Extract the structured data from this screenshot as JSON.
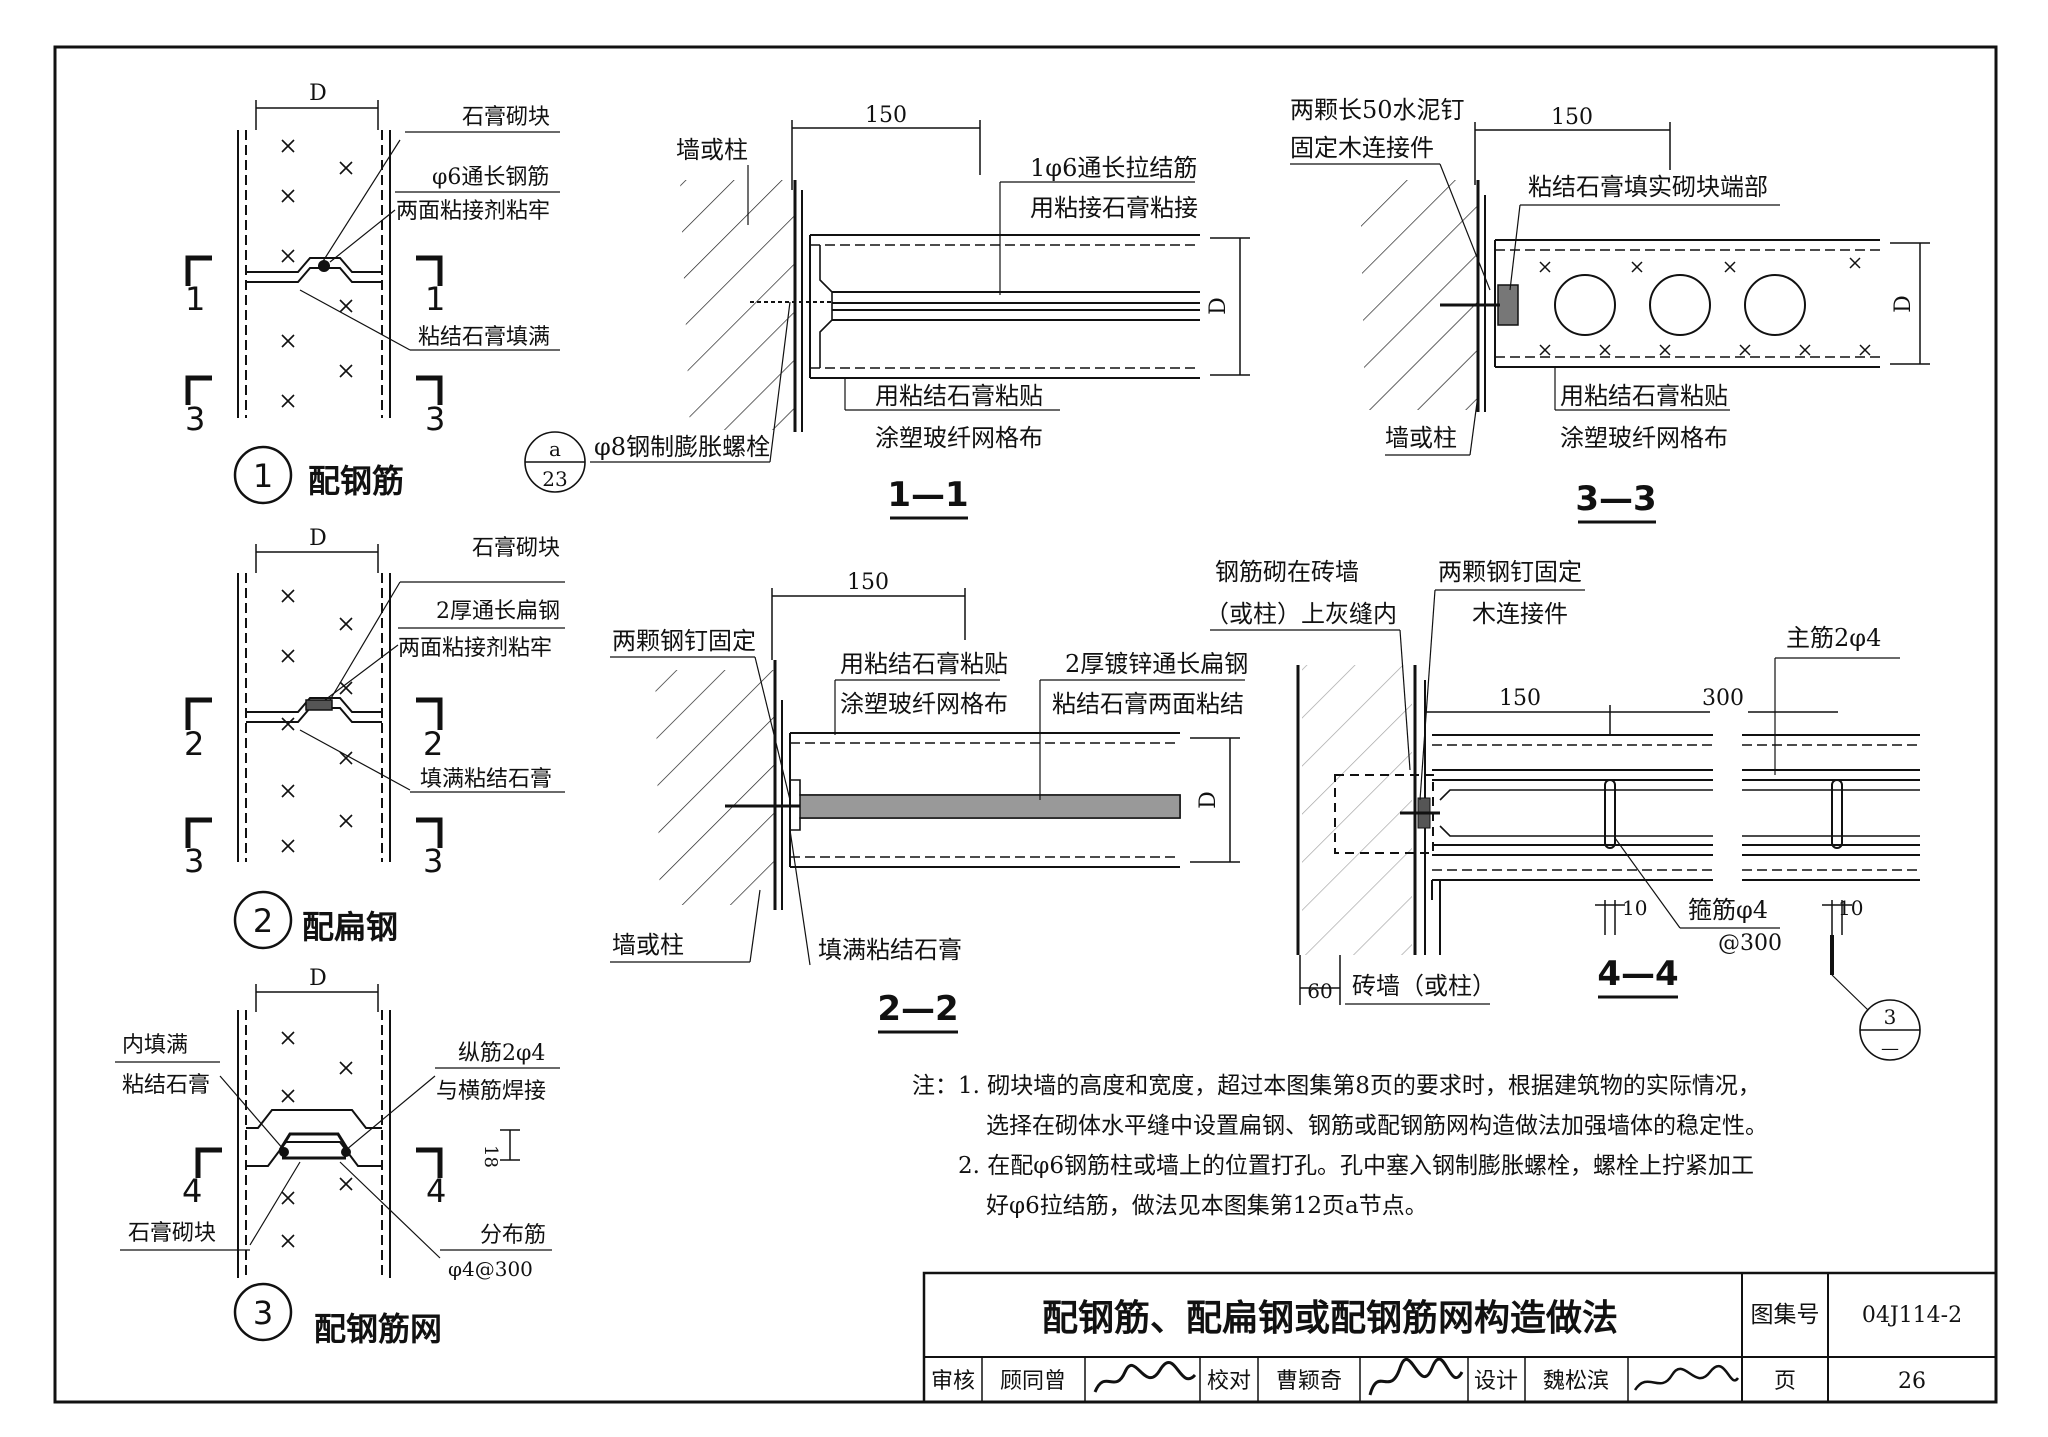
{
  "details": {
    "d1": {
      "dim_label": "D",
      "label_block": "石膏砌块",
      "label_rebar_1": "φ6通长钢筋",
      "label_rebar_2": "两面粘接剂粘牢",
      "label_fill": "粘结石膏填满",
      "sec_left_1": "1",
      "sec_right_1": "1",
      "sec_left_3": "3",
      "sec_right_3": "3",
      "circle_no": "1",
      "title": "配钢筋"
    },
    "d2": {
      "dim_label": "D",
      "label_block": "石膏砌块",
      "label_flat_1": "2厚通长扁钢",
      "label_flat_2": "两面粘接剂粘牢",
      "label_fill": "填满粘结石膏",
      "sec_left_2": "2",
      "sec_right_2": "2",
      "sec_left_3": "3",
      "sec_right_3": "3",
      "circle_no": "2",
      "title": "配扁钢"
    },
    "d3": {
      "dim_label": "D",
      "label_inner_1": "内填满",
      "label_inner_2": "粘结石膏",
      "label_long_1": "纵筋2φ4",
      "label_long_2": "与横筋焊接",
      "dim_small": "18",
      "label_block": "石膏砌块",
      "label_dist_1": "分布筋",
      "label_dist_2": "φ4@300",
      "sec_left_4": "4",
      "sec_right_4": "4",
      "circle_no": "3",
      "title": "配钢筋网"
    }
  },
  "sections": {
    "s11": {
      "dim_150": "150",
      "wall_label": "墙或柱",
      "tie_1": "1φ6通长拉结筋",
      "tie_2": "用粘接石膏粘接",
      "dim_d": "D",
      "glass_1": "用粘结石膏粘贴",
      "glass_2": "涂塑玻纤网格布",
      "bolt": "φ8钢制膨胀螺栓",
      "ref_top": "a",
      "ref_bottom": "23",
      "title": "1—1"
    },
    "s33": {
      "nail_1": "两颗长50水泥钉",
      "nail_2": "固定木连接件",
      "dim_150": "150",
      "fill_end": "粘结石膏填实砌块端部",
      "dim_d": "D",
      "glass_1": "用粘结石膏粘贴",
      "glass_2": "涂塑玻纤网格布",
      "wall_label": "墙或柱",
      "title": "3—3"
    },
    "s22": {
      "dim_150": "150",
      "nails": "两颗钢钉固定",
      "glass_1": "用粘结石膏粘贴",
      "glass_2": "涂塑玻纤网格布",
      "flat_1": "2厚镀锌通长扁钢",
      "flat_2": "粘结石膏两面粘结",
      "dim_d": "D",
      "wall_label": "墙或柱",
      "fill": "填满粘结石膏",
      "title": "2—2"
    },
    "s44": {
      "rebar_1": "钢筋砌在砖墙",
      "rebar_2": "（或柱）上灰缝内",
      "nails_1": "两颗钢钉固定",
      "nails_2": "木连接件",
      "main_bar": "主筋2φ4",
      "dim_150": "150",
      "dim_300": "300",
      "dim_10a": "10",
      "dim_10b": "10",
      "stirrup_1": "箍筋φ4",
      "stirrup_2": "@300",
      "dim_60": "60",
      "brick": "砖墙（或柱）",
      "title": "4—4",
      "ref_top": "3",
      "ref_bottom": "—"
    }
  },
  "notes": {
    "prefix": "注：",
    "n1a": "1. 砌块墙的高度和宽度，超过本图集第8页的要求时，根据建筑物的实际情况，",
    "n1b": "选择在砌体水平缝中设置扁钢、钢筋或配钢筋网构造做法加强墙体的稳定性。",
    "n2a": "2. 在配φ6钢筋柱或墙上的位置打孔。孔中塞入钢制膨胀螺栓，螺栓上拧紧加工",
    "n2b": "好φ6拉结筋，做法见本图集第12页a节点。"
  },
  "title_block": {
    "main_title": "配钢筋、配扁钢或配钢筋网构造做法",
    "atlas_label": "图集号",
    "atlas_no": "04J114-2",
    "review_label": "审核",
    "reviewer": "顾同曾",
    "check_label": "校对",
    "checker": "曹颖奇",
    "design_label": "设计",
    "designer": "魏松滨",
    "page_label": "页",
    "page_no": "26"
  }
}
